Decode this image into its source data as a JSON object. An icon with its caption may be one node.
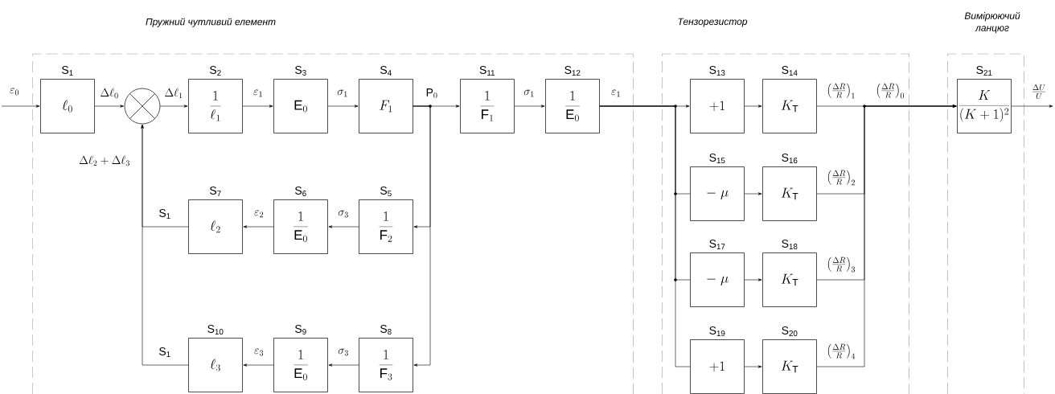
{
  "diagram": {
    "nodes": [
      {
        "text": [
          "Пружний чутливий елемент"
        ]
      },
      {
        "text": [
          "Тензорезистор"
        ]
      },
      {
        "text": [
          "Вимірюючий ланцюг"
        ]
      },
      {
        "text": [
          "S$_{1}$",
          "\\ell_{0}"
        ],
        "in": 0
      },
      {
        "text": [],
        "shape": "circle",
        "in": 0
      },
      {
        "text": [
          "S$_{2}$",
          "\\frac{1}{\\ell_{1}}"
        ],
        "in": 0
      },
      {
        "text": [
          "S$_{3}$",
          "\\mathrm{E}_{0}"
        ],
        "in": 0
      },
      {
        "text": [
          "S$_{4}$",
          "F_{1}"
        ],
        "in": 0
      },
      {
        "text": [
          "S$_{11}$",
          "\\frac{1}{\\mathrm{F}_{1}}"
        ],
        "in": 0
      },
      {
        "text": [
          "S$_{12}$",
          "\\frac{1}{\\mathrm{E}_{0}}"
        ],
        "in": 0
      },
      {
        "text": [
          "S$_{7}$",
          "\\ell_{2}"
        ],
        "in": 0
      },
      {
        "text": [
          "S$_{6}$",
          "\\frac{1}{\\mathrm{E}_{0}}"
        ],
        "in": 0
      },
      {
        "text": [
          "S$_{5}$",
          "\\frac{1}{\\mathrm{F}_{2}}"
        ],
        "in": 0
      },
      {
        "text": [
          "S$_{10}$",
          "\\ell_{3}"
        ],
        "in": 0
      },
      {
        "text": [
          "S$_{9}$",
          "\\frac{1}{\\mathrm{E}_{0}}"
        ],
        "in": 0
      },
      {
        "text": [
          "S$_{8}$",
          "\\frac{1}{\\mathrm{F}_{3}}"
        ],
        "in": 0
      },
      {
        "text": [
          "S$_{13}$",
          "+1"
        ],
        "in": 1
      },
      {
        "text": [
          "S$_{14}$",
          "K_{\\mathrm{T}}"
        ],
        "in": 1
      },
      {
        "text": [
          "S$_{15}$",
          "-\\ \\mu"
        ],
        "in": 1
      },
      {
        "text": [
          "S$_{16}$",
          "K_{\\mathrm{T}}"
        ],
        "in": 1
      },
      {
        "text": [
          "S$_{17}$",
          "-\\ \\mu"
        ],
        "in": 1
      },
      {
        "text": [
          "S$_{18}$",
          "K_{\\mathrm{T}}"
        ],
        "in": 1
      },
      {
        "text": [
          "S$_{19}$",
          "+1"
        ],
        "in": 1
      },
      {
        "text": [
          "S$_{20}$",
          "K_{\\mathrm{T}}"
        ],
        "in": 1
      },
      {
        "text": [
          "S$_{21}$",
          "\\frac{K}{(K+1)^{2}}"
        ],
        "in": 2
      }
    ],
    "edges": [
      {
        "from": null,
        "to": 3,
        "arrow": "to",
        "label": "\\varepsilon_{0}"
      },
      {
        "from": 3,
        "to": 4,
        "arrow": "to",
        "label": "\\Delta\\ell_{0}"
      },
      {
        "from": 4,
        "to": 5,
        "arrow": "to",
        "label": "\\Delta\\ell_{1}"
      },
      {
        "from": 5,
        "to": 6,
        "arrow": "to",
        "label": "\\varepsilon_{1}"
      },
      {
        "from": 6,
        "to": 7,
        "arrow": "to",
        "label": "\\sigma_{1}"
      },
      {
        "from": 7,
        "to": 8,
        "arrow": "to",
        "label": "\\mathrm{P}_{0}"
      },
      {
        "from": 7,
        "to": 12,
        "arrow": "to"
      },
      {
        "from": 7,
        "to": 15,
        "arrow": "to"
      },
      {
        "from": 8,
        "to": 9,
        "arrow": "to",
        "label": "\\sigma_{1}"
      },
      {
        "from": 9,
        "to": 16,
        "arrow": "to",
        "label": "\\varepsilon_{1}"
      },
      {
        "from": 9,
        "to": 18,
        "arrow": "none"
      },
      {
        "from": 9,
        "to": 20,
        "arrow": "none"
      },
      {
        "from": 9,
        "to": 22,
        "arrow": "none"
      },
      {
        "from": 12,
        "to": 11,
        "arrow": "to",
        "label": "\\sigma_{3}"
      },
      {
        "from": 11,
        "to": 10,
        "arrow": "to",
        "label": "\\varepsilon_{2}"
      },
      {
        "from": 10,
        "to": 4,
        "arrow": "to",
        "label": "S$_{1}$"
      },
      {
        "from": 15,
        "to": 14,
        "arrow": "to",
        "label": "\\sigma_{3}"
      },
      {
        "from": 14,
        "to": 13,
        "arrow": "to",
        "label": "\\varepsilon_{3}"
      },
      {
        "from": 13,
        "to": 4,
        "arrow": "to",
        "label": "S$_{1}$"
      },
      {
        "from": 16,
        "to": 17,
        "arrow": "to"
      },
      {
        "from": 18,
        "to": 19,
        "arrow": "to"
      },
      {
        "from": 20,
        "to": 21,
        "arrow": "to"
      },
      {
        "from": 22,
        "to": 23,
        "arrow": "to"
      },
      {
        "from": 17,
        "to": 24,
        "arrow": "to",
        "label": "\\left(\\frac{\\Delta R}{R}\\right)_{1}"
      },
      {
        "from": 19,
        "to": 24,
        "arrow": "to",
        "label": "\\left(\\frac{\\Delta R}{R}\\right)_{2}"
      },
      {
        "from": 21,
        "to": 24,
        "arrow": "to",
        "label": "\\left(\\frac{\\Delta R}{R}\\right)_{3}"
      },
      {
        "from": 23,
        "to": 24,
        "arrow": "to",
        "label": "\\left(\\frac{\\Delta R}{R}\\right)_{4}"
      },
      {
        "from": 24,
        "to": null,
        "arrow": "to",
        "label": "\\frac{\\Delta U}{U}"
      }
    ],
    "labels": [
      "\\Delta\\ell_{2}+\\Delta\\ell_{3}",
      "\\left(\\frac{\\Delta R}{R}\\right)_{0}"
    ]
  }
}
